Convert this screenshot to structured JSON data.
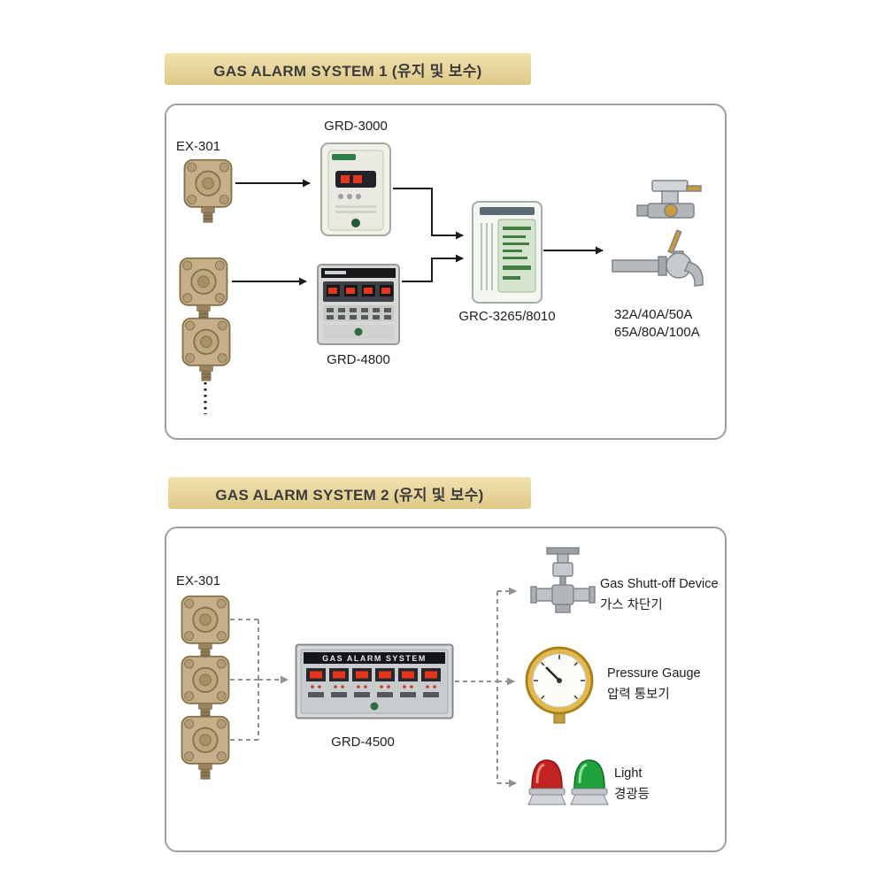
{
  "colors": {
    "banner_bg": "#e7d49a",
    "banner_text": "#3c3c3c",
    "box_border": "#9aa0a5",
    "arrow_black": "#1a1a1a",
    "arrow_gray": "#8d9296",
    "led_red": "#e8341c",
    "beacon_red": "#c32222",
    "beacon_green": "#1fa23c",
    "detector_brass": "#c7b089",
    "gauge_brass": "#e3b84e"
  },
  "system1": {
    "title": "GAS ALARM SYSTEM 1 (유지 및 보수)",
    "detector_label": "EX-301",
    "controller1_label": "GRD-3000",
    "controller2_label": "GRD-4800",
    "receiver_label": "GRC-3265/8010",
    "valve_sizes_line1": "32A/40A/50A",
    "valve_sizes_line2": "65A/80A/100A"
  },
  "system2": {
    "title": "GAS ALARM SYSTEM 2 (유지 및 보수)",
    "detector_label": "EX-301",
    "panel_title": "GAS ALARM SYSTEM",
    "panel_label": "GRD-4500",
    "outputs": [
      {
        "name": "gas-shutoff-device",
        "label_en": "Gas Shutt-off Device",
        "label_ko": "가스 차단기"
      },
      {
        "name": "pressure-gauge",
        "label_en": "Pressure Gauge",
        "label_ko": "압력 통보기"
      },
      {
        "name": "light",
        "label_en": "Light",
        "label_ko": "경광등"
      }
    ]
  }
}
